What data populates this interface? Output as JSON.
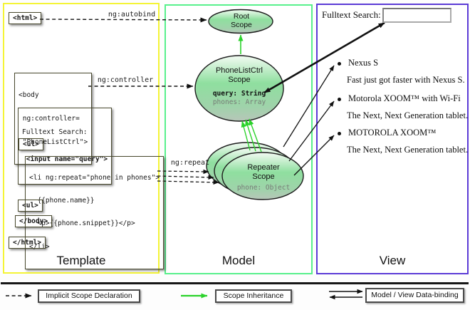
{
  "colors": {
    "template_border": "#f4f436",
    "model_border": "#58f08c",
    "view_border": "#5b3bd6",
    "code_box_fill": "#eded60",
    "scope_green": "#8fdf9f",
    "arrow_green": "#2bd22b",
    "arrow_black": "#111111"
  },
  "template": {
    "panel_label": "Template",
    "html_open": "<html>",
    "body_open_l1": "<body",
    "body_open_l2": " ng:controller=",
    "body_open_l3": " \"PhoneListCtrl\">",
    "fulltext_l1": "Fulltext Search:",
    "fulltext_l2": " <input name=\"query\">",
    "ul_open": "<ul>",
    "li_l1": "<li ng:repeat=\"phone in phones\">",
    "li_l2": "  {{phone.name}}",
    "li_l3": "  <p>{{phone.snippet}}</p>",
    "li_l4": "</li>",
    "ul_close": "<ul>",
    "body_close": "</body>",
    "html_close": "</html>",
    "autobind_label": "ng:autobind",
    "controller_label": "ng:controller",
    "repeat_label": "ng:repeat"
  },
  "model": {
    "panel_label": "Model",
    "root_scope_l1": "Root",
    "root_scope_l2": "Scope",
    "phonelist_l1": "PhoneListCtrl",
    "phonelist_l2": "Scope",
    "phonelist_prop1": "query: String",
    "phonelist_prop2": "phones: Array",
    "repeater_l1": "Repeater",
    "repeater_l2": "Scope",
    "repeater_prop1": "phone: Object"
  },
  "view": {
    "panel_label": "View",
    "search_label": "Fulltext Search:",
    "search_value": "",
    "items": [
      {
        "title": "Nexus S",
        "desc": "Fast just got faster with Nexus S."
      },
      {
        "title": "Motorola XOOM™ with Wi-Fi",
        "desc": "The Next, Next Generation tablet."
      },
      {
        "title": "MOTOROLA XOOM™",
        "desc": "The Next, Next Generation tablet."
      }
    ]
  },
  "legend": {
    "implicit": "Implicit Scope Declaration",
    "inheritance": "Scope Inheritance",
    "binding": "Model / View Data-binding"
  }
}
